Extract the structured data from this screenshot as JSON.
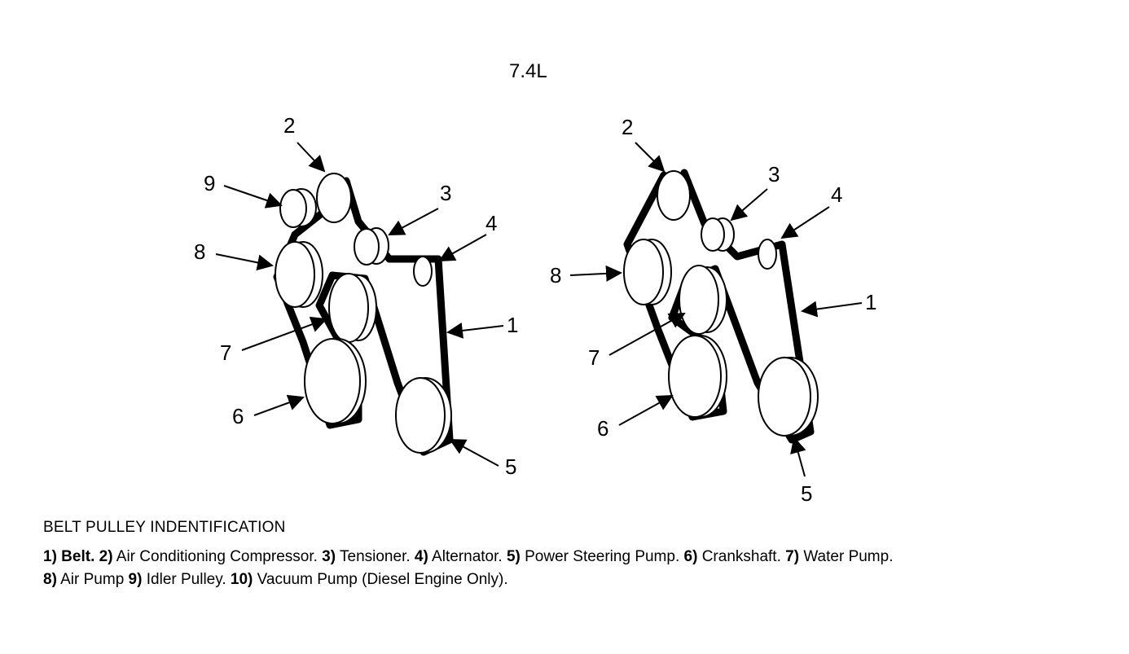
{
  "title": "7.4L",
  "left_diagram": {
    "labels": [
      "1",
      "2",
      "3",
      "4",
      "5",
      "6",
      "7",
      "8",
      "9"
    ]
  },
  "right_diagram": {
    "labels": [
      "1",
      "2",
      "3",
      "4",
      "5",
      "6",
      "7",
      "8"
    ]
  },
  "caption": {
    "heading": "BELT PULLEY INDENTIFICATION",
    "items": [
      {
        "num": "1)",
        "text": " Belt."
      },
      {
        "num": " 2)",
        "text": " Air Conditioning Compressor."
      },
      {
        "num": " 3)",
        "text": " Tensioner."
      },
      {
        "num": " 4)",
        "text": " Alternator."
      },
      {
        "num": " 5)",
        "text": " Power Steering Pump."
      },
      {
        "num": " 6)",
        "text": " Crankshaft."
      },
      {
        "num": " 7)",
        "text": " Water Pump."
      },
      {
        "num": "8)",
        "text": " Air Pump"
      },
      {
        "num": " 9)",
        "text": " Idler Pulley."
      },
      {
        "num": " 10)",
        "text": " Vacuum Pump (Diesel Engine Only)."
      }
    ]
  },
  "colors": {
    "ink": "#000000",
    "paper": "#ffffff"
  }
}
